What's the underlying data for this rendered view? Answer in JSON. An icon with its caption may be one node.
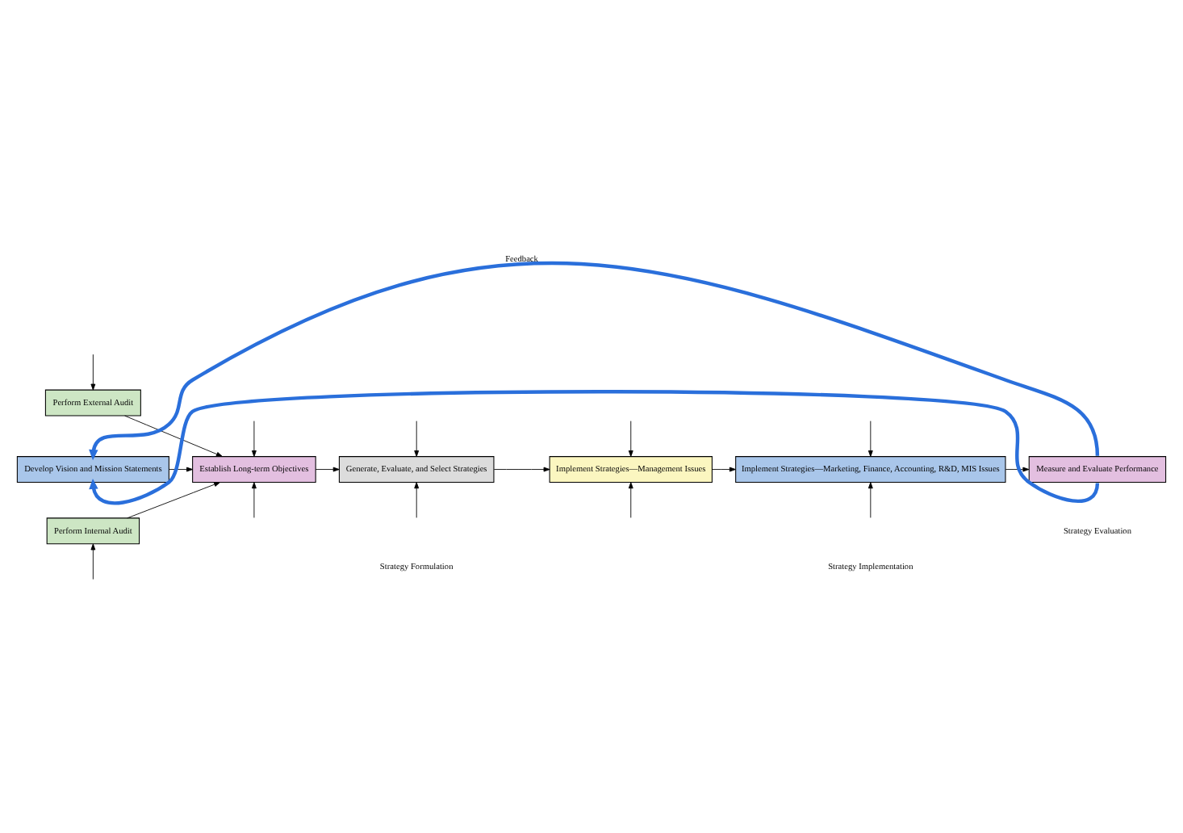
{
  "diagram": {
    "nodes": [
      {
        "text": [
          "Develop Vision and Mission Statements"
        ]
      },
      {
        "text": [
          "Perform External Audit"
        ]
      },
      {
        "text": [
          "Establish Long-term Objectives"
        ]
      },
      {
        "text": [
          "Generate, Evaluate, and Select Strategies"
        ]
      },
      {
        "text": [
          "Implement Strategies—Management Issues"
        ]
      },
      {
        "text": [
          "Implement Strategies—Marketing, Finance, Accounting, R&D, MIS Issues"
        ]
      },
      {
        "text": [
          "Measure and Evaluate Performance"
        ]
      },
      {
        "text": [
          "Perform Internal Audit"
        ]
      }
    ],
    "edges": [
      {
        "from": 0,
        "to": 2,
        "arrow": "to"
      },
      {
        "from": 1,
        "to": 2,
        "arrow": "to"
      },
      {
        "from": 7,
        "to": 2,
        "arrow": "to"
      },
      {
        "from": 2,
        "to": 3,
        "arrow": "to"
      },
      {
        "from": 3,
        "to": 4,
        "arrow": "to"
      },
      {
        "from": 4,
        "to": 5,
        "arrow": "to"
      },
      {
        "from": 5,
        "to": 6,
        "arrow": "to"
      },
      {
        "from": 6,
        "to": 0,
        "arrow": "to",
        "label": "Feedback",
        "style": "thick",
        "color": "#2a6fdb"
      },
      {
        "from": 6,
        "to": 0,
        "arrow": "to",
        "style": "thick",
        "color": "#2a6fdb"
      },
      {
        "from": null,
        "to": 1,
        "arrow": "to"
      },
      {
        "from": null,
        "to": 2,
        "arrow": "to"
      },
      {
        "from": null,
        "to": 3,
        "arrow": "to"
      },
      {
        "from": null,
        "to": 4,
        "arrow": "to"
      },
      {
        "from": null,
        "to": 5,
        "arrow": "to"
      },
      {
        "from": null,
        "to": 7,
        "arrow": "to"
      },
      {
        "from": null,
        "to": 2,
        "arrow": "to"
      },
      {
        "from": null,
        "to": 3,
        "arrow": "to"
      },
      {
        "from": null,
        "to": 4,
        "arrow": "to"
      },
      {
        "from": null,
        "to": 5,
        "arrow": "to"
      }
    ],
    "labels": [
      "Strategy Formulation",
      "Strategy Implementation",
      "Strategy Evaluation"
    ]
  }
}
